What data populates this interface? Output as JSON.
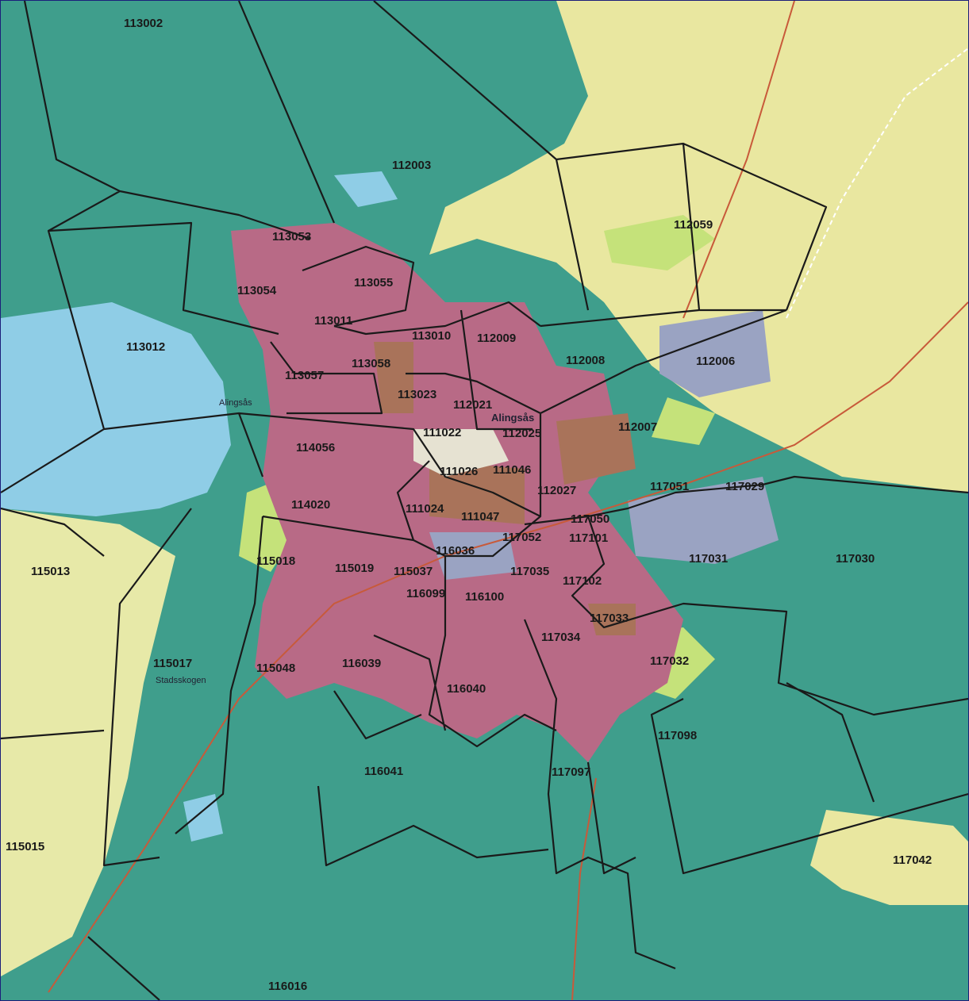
{
  "colors": {
    "forest": "#3f9e8c",
    "water": "#8fcde6",
    "farmland": "#e9e7a0",
    "open_green": "#c5e27a",
    "residential": "#b86a86",
    "residential_brown": "#a9735a",
    "industrial": "#9aa3c2",
    "boundary": "#1a1a1a",
    "road": "#c85a3a"
  },
  "place_names": {
    "town": "Alingsås",
    "town_center": "Alingsås",
    "forest_area": "Stadsskogen"
  },
  "zones": [
    {
      "id": "113002",
      "label": "113002"
    },
    {
      "id": "112003",
      "label": "112003"
    },
    {
      "id": "112059",
      "label": "112059"
    },
    {
      "id": "113053",
      "label": "113053"
    },
    {
      "id": "113054",
      "label": "113054"
    },
    {
      "id": "113055",
      "label": "113055"
    },
    {
      "id": "113011",
      "label": "113011"
    },
    {
      "id": "113010",
      "label": "113010"
    },
    {
      "id": "112009",
      "label": "112009"
    },
    {
      "id": "113012",
      "label": "113012"
    },
    {
      "id": "113058",
      "label": "113058"
    },
    {
      "id": "112008",
      "label": "112008"
    },
    {
      "id": "112006",
      "label": "112006"
    },
    {
      "id": "113057",
      "label": "113057"
    },
    {
      "id": "113023",
      "label": "113023"
    },
    {
      "id": "112021",
      "label": "112021"
    },
    {
      "id": "111022",
      "label": "111022"
    },
    {
      "id": "112025",
      "label": "112025"
    },
    {
      "id": "112007",
      "label": "112007"
    },
    {
      "id": "114056",
      "label": "114056"
    },
    {
      "id": "111026",
      "label": "111026"
    },
    {
      "id": "111046",
      "label": "111046"
    },
    {
      "id": "117051",
      "label": "117051"
    },
    {
      "id": "117029",
      "label": "117029"
    },
    {
      "id": "112027",
      "label": "112027"
    },
    {
      "id": "114020",
      "label": "114020"
    },
    {
      "id": "111024",
      "label": "111024"
    },
    {
      "id": "111047",
      "label": "111047"
    },
    {
      "id": "117050",
      "label": "117050"
    },
    {
      "id": "117052",
      "label": "117052"
    },
    {
      "id": "117101",
      "label": "117101"
    },
    {
      "id": "116036",
      "label": "116036"
    },
    {
      "id": "117031",
      "label": "117031"
    },
    {
      "id": "117030",
      "label": "117030"
    },
    {
      "id": "115013",
      "label": "115013"
    },
    {
      "id": "115018",
      "label": "115018"
    },
    {
      "id": "115019",
      "label": "115019"
    },
    {
      "id": "115037",
      "label": "115037"
    },
    {
      "id": "117035",
      "label": "117035"
    },
    {
      "id": "117102",
      "label": "117102"
    },
    {
      "id": "116099",
      "label": "116099"
    },
    {
      "id": "116100",
      "label": "116100"
    },
    {
      "id": "117033",
      "label": "117033"
    },
    {
      "id": "117034",
      "label": "117034"
    },
    {
      "id": "115017",
      "label": "115017"
    },
    {
      "id": "115048",
      "label": "115048"
    },
    {
      "id": "116039",
      "label": "116039"
    },
    {
      "id": "117032",
      "label": "117032"
    },
    {
      "id": "116040",
      "label": "116040"
    },
    {
      "id": "117098",
      "label": "117098"
    },
    {
      "id": "116041",
      "label": "116041"
    },
    {
      "id": "117097",
      "label": "117097"
    },
    {
      "id": "115015",
      "label": "115015"
    },
    {
      "id": "117042",
      "label": "117042"
    },
    {
      "id": "116016",
      "label": "116016"
    }
  ]
}
